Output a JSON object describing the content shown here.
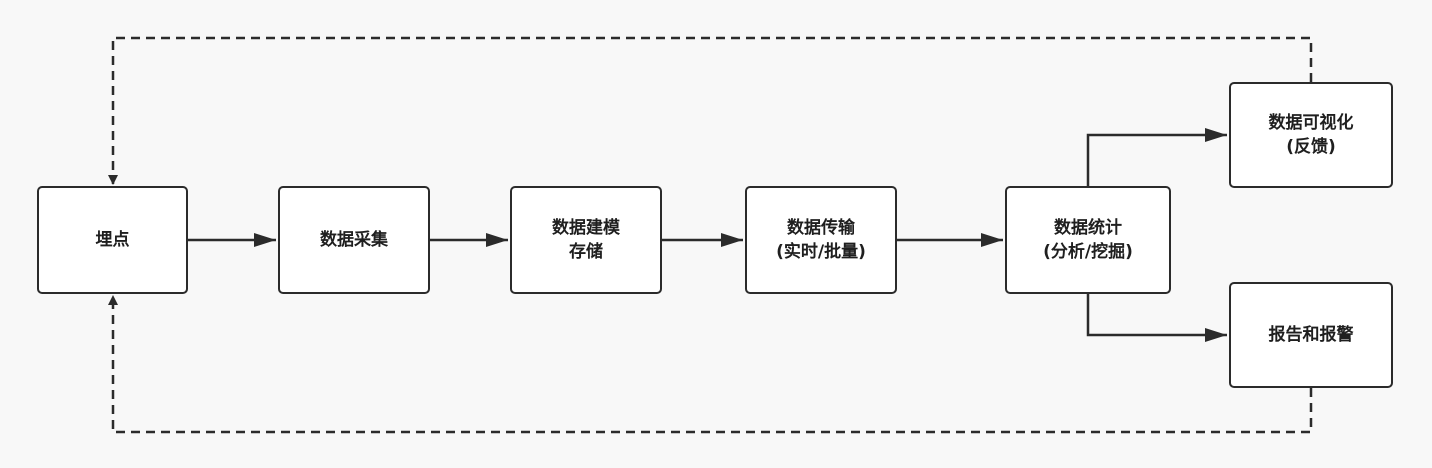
{
  "nodes": {
    "maidian": {
      "lines": [
        "埋点"
      ]
    },
    "caiji": {
      "lines": [
        "数据采集"
      ]
    },
    "jianmo": {
      "lines": [
        "数据建模",
        "存储"
      ]
    },
    "chuanshu": {
      "lines": [
        "数据传输",
        "(实时/批量)"
      ]
    },
    "tongji": {
      "lines": [
        "数据统计",
        "(分析/挖掘)"
      ]
    },
    "keshihua": {
      "lines": [
        "数据可视化",
        "(反馈)"
      ]
    },
    "baogao": {
      "lines": [
        "报告和报警"
      ]
    }
  },
  "colors": {
    "stroke": "#2b2b2b",
    "node_fill": "#ffffff",
    "background": "#f8f8f8"
  }
}
